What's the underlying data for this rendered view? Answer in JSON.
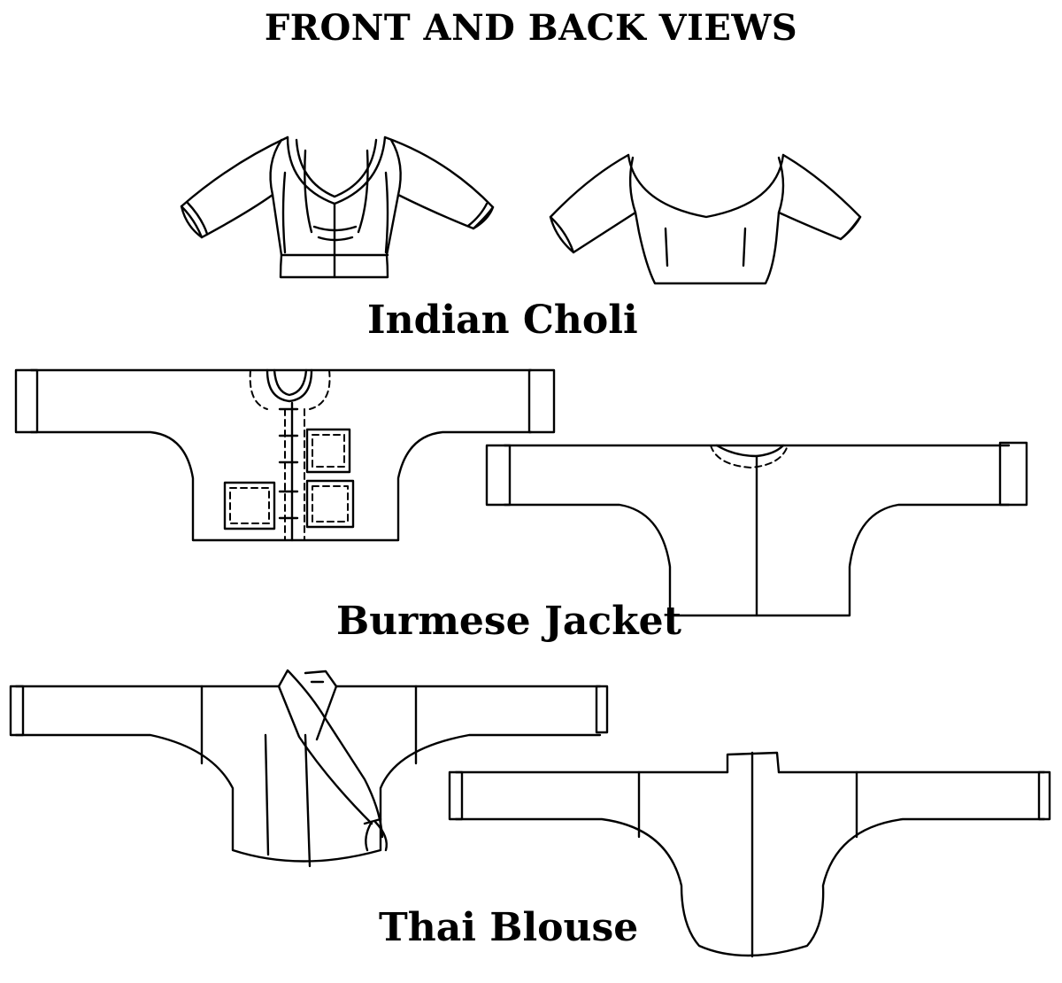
{
  "header": {
    "title": "FRONT AND BACK VIEWS"
  },
  "garments": [
    {
      "name": "Indian Choli"
    },
    {
      "name": "Burmese Jacket"
    },
    {
      "name": "Thai Blouse"
    }
  ],
  "colors": {
    "line": "#000000",
    "background": "#ffffff"
  }
}
